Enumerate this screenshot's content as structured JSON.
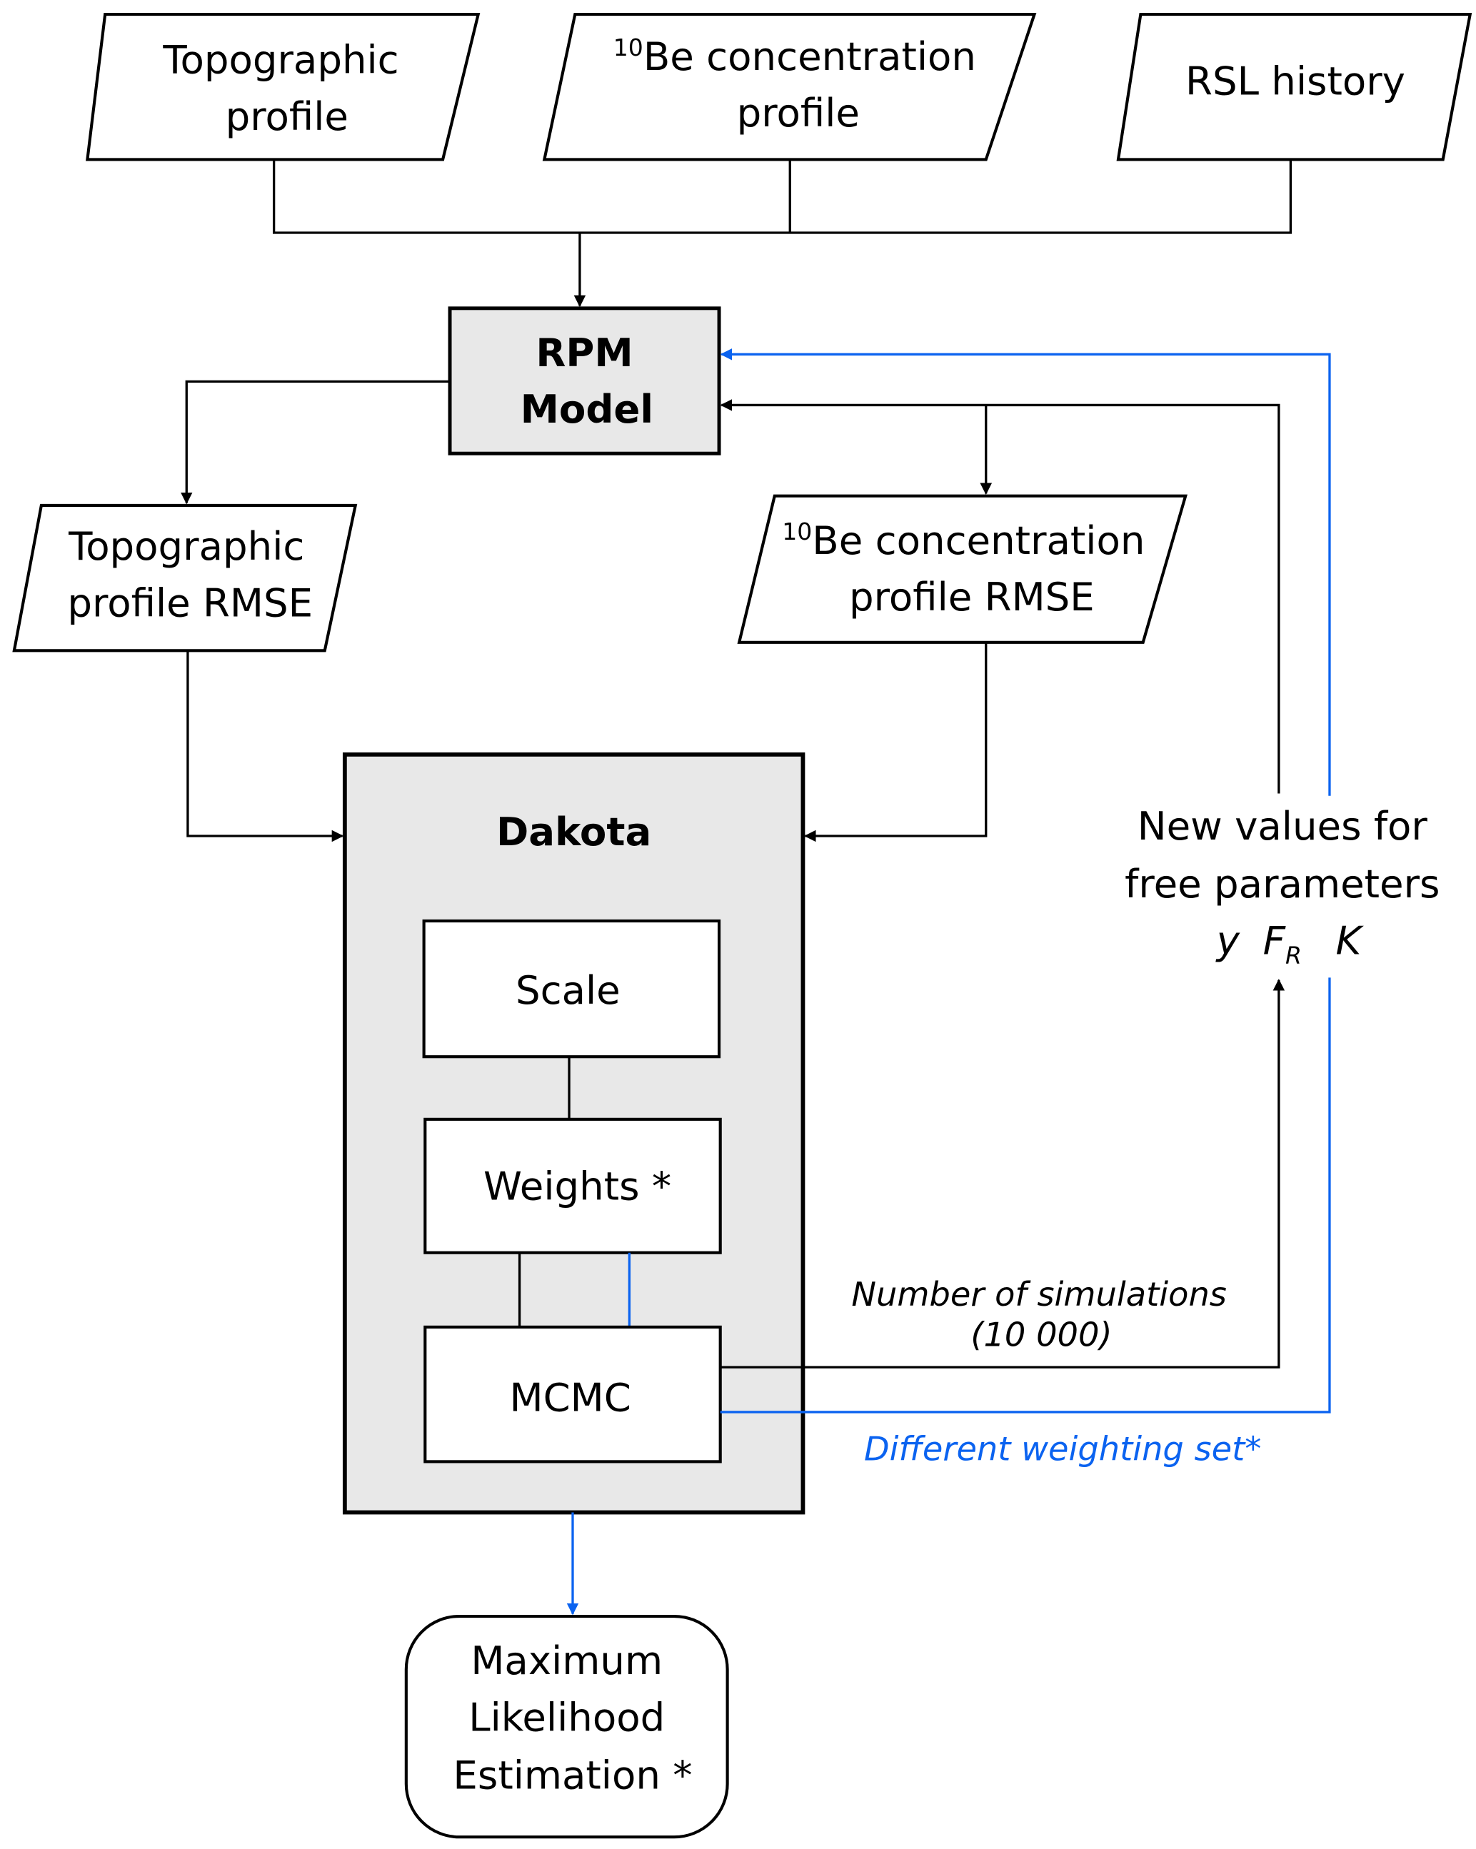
{
  "colors": {
    "accent_blue": "#0b63f0",
    "box_fill": "#e8e8e8",
    "line": "#000000"
  },
  "inputs": {
    "topographic_profile": [
      "Topographic",
      "profile"
    ],
    "be_profile": {
      "superscript": "10",
      "line1_rest": "Be concentration",
      "line2": "profile"
    },
    "rsl_history": "RSL history"
  },
  "rpm_model": [
    "RPM",
    "Model"
  ],
  "outputs": {
    "topographic_rmse": [
      "Topographic",
      "profile RMSE"
    ],
    "be_rmse": {
      "superscript": "10",
      "line1_rest": "Be concentration",
      "line2": "profile RMSE"
    }
  },
  "dakota": {
    "title": "Dakota",
    "scale": "Scale",
    "weights": "Weights *",
    "mcmc": "MCMC"
  },
  "free_params": {
    "line1": "New values for",
    "line2": "free parameters",
    "symbols": {
      "y": "y",
      "F": "F",
      "F_sub": "R",
      "K": "K"
    }
  },
  "edge_labels": {
    "simulations": [
      "Number of simulations",
      "(10 000)"
    ],
    "weighting": "Different weighting set*"
  },
  "result": [
    "Maximum",
    "Likelihood",
    "Estimation *"
  ]
}
